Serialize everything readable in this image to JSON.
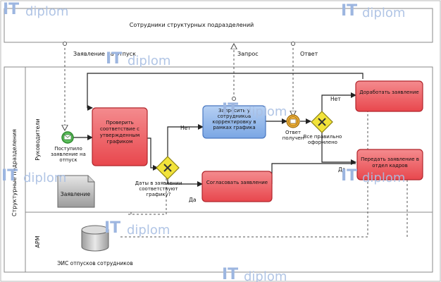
{
  "pools": {
    "external_title": "Сотрудники структурных подразделений",
    "main_pool_label": "Структурные подразделения",
    "lane_top_label": "Руководители",
    "lane_bottom_label": "АРМ"
  },
  "flows": {
    "request_vacation": "Заявление на отпуск",
    "request": "Запрос",
    "answer": "Ответ"
  },
  "events": {
    "start_label": "Поступило заявление на отпуск",
    "answer_received": "Ответ получен"
  },
  "tasks": {
    "check": "Проверить соответствие с утвержденным графиком",
    "ask_employees": "Запросить у сотрудников корректировку в рамках графика",
    "agree": "Согласовать заявление",
    "rework": "Доработать заявление",
    "transfer": "Передать заявление в отдел кадров"
  },
  "gateways": {
    "dates_question": "Даты в заявлении соответствуют графику?",
    "all_correct": "Все правильно оформлено",
    "no": "Нет",
    "yes": "Да"
  },
  "artifacts": {
    "document": "Заявление",
    "database": "ЭИС отпусков сотрудников"
  },
  "watermark": {
    "it": "IT",
    "diplom": "diplom"
  },
  "colors": {
    "task_red": "#ec5a5f",
    "task_blue": "#8fb6ea",
    "gateway": "#f2e33a",
    "start_event": "#5cc05c",
    "inter_event": "#f2b33d"
  }
}
